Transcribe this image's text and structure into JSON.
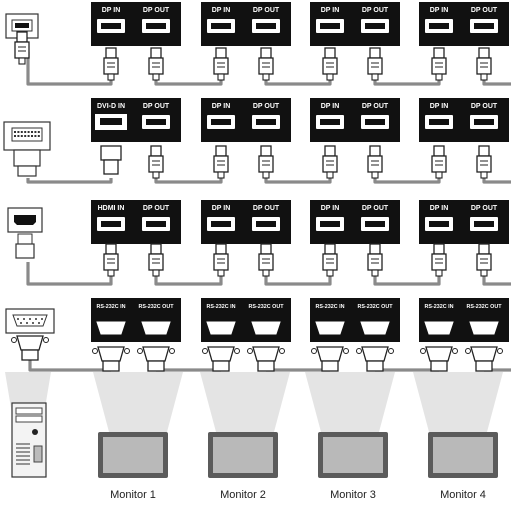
{
  "colors": {
    "panel": "#111111",
    "cable": "#8a8a8a",
    "connector_fill": "#ffffff",
    "connector_stroke": "#222222",
    "beam": "#e4e4e4",
    "monitor_frame": "#5b5b5b",
    "monitor_screen": "#b9b9b9"
  },
  "rows": [
    {
      "name": "displayport",
      "source_icon": "displayport-port-icon",
      "panels": [
        {
          "ports": [
            "DP IN",
            "DP OUT"
          ]
        },
        {
          "ports": [
            "DP IN",
            "DP OUT"
          ]
        },
        {
          "ports": [
            "DP IN",
            "DP OUT"
          ]
        },
        {
          "ports": [
            "DP IN",
            "DP OUT"
          ]
        }
      ]
    },
    {
      "name": "dvi",
      "source_icon": "dvi-port-icon",
      "panels": [
        {
          "ports": [
            "DVI-D IN",
            "DP OUT"
          ]
        },
        {
          "ports": [
            "DP IN",
            "DP OUT"
          ]
        },
        {
          "ports": [
            "DP IN",
            "DP OUT"
          ]
        },
        {
          "ports": [
            "DP IN",
            "DP OUT"
          ]
        }
      ]
    },
    {
      "name": "hdmi",
      "source_icon": "hdmi-port-icon",
      "panels": [
        {
          "ports": [
            "HDMI IN",
            "DP OUT"
          ]
        },
        {
          "ports": [
            "DP IN",
            "DP OUT"
          ]
        },
        {
          "ports": [
            "DP IN",
            "DP OUT"
          ]
        },
        {
          "ports": [
            "DP IN",
            "DP OUT"
          ]
        }
      ]
    },
    {
      "name": "rs232c",
      "source_icon": "serial-port-icon",
      "panels": [
        {
          "ports": [
            "RS-232C IN",
            "RS-232C OUT"
          ]
        },
        {
          "ports": [
            "RS-232C IN",
            "RS-232C OUT"
          ]
        },
        {
          "ports": [
            "RS-232C IN",
            "RS-232C OUT"
          ]
        },
        {
          "ports": [
            "RS-232C IN",
            "RS-232C OUT"
          ]
        }
      ]
    }
  ],
  "source_device_icon": "pc-tower-icon",
  "monitors": [
    {
      "label": "Monitor 1"
    },
    {
      "label": "Monitor 2"
    },
    {
      "label": "Monitor 3"
    },
    {
      "label": "Monitor 4"
    }
  ]
}
